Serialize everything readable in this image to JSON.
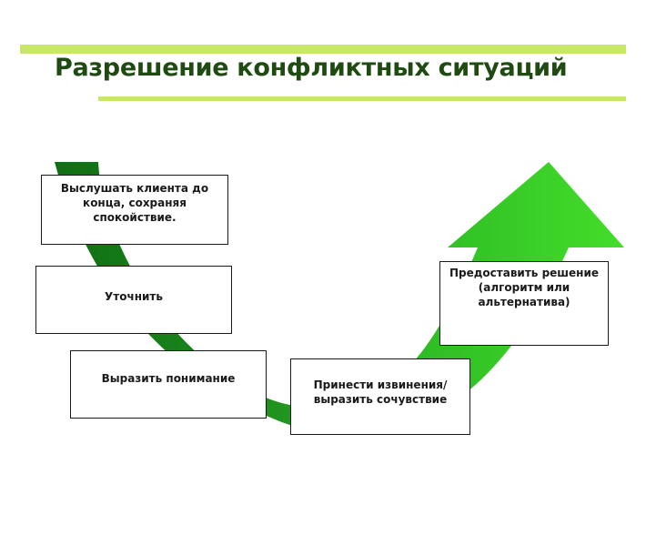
{
  "slide": {
    "title": "Разрешение конфликтных ситуаций"
  },
  "steps": [
    {
      "label": "Выслушать клиента до конца, сохраняя спокойствие."
    },
    {
      "label": "Уточнить"
    },
    {
      "label": "Выразить понимание"
    },
    {
      "label": "Принести извинения/выразить сочувствие"
    },
    {
      "label": "Предоставить решение (алгоритм или альтернатива)"
    }
  ],
  "colors": {
    "title": "#1f4b12",
    "rule": "#c8e66a",
    "arrow_dark": "#1e7a1e",
    "arrow_light": "#44dd2a"
  }
}
